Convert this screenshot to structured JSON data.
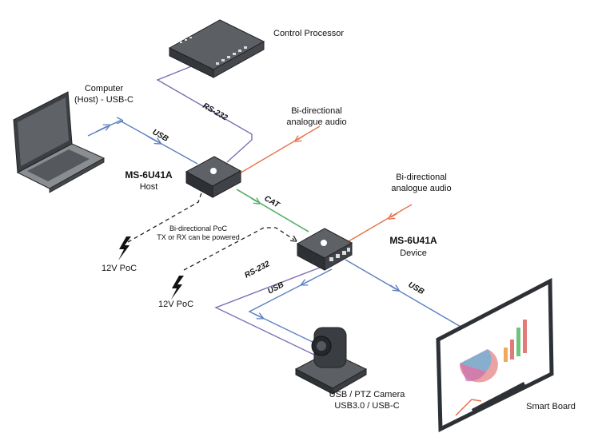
{
  "devices": {
    "control_processor": "Control Processor",
    "computer": [
      "Computer",
      "(Host) - USB-C"
    ],
    "host": {
      "model": "MS-6U41A",
      "role": "Host"
    },
    "device": {
      "model": "MS-6U41A",
      "role": "Device"
    },
    "camera": [
      "USB / PTZ Camera",
      "USB3.0 / USB-C"
    ],
    "smart_board": "Smart Board"
  },
  "audio": {
    "host": [
      "Bi-directional",
      "analogue audio"
    ],
    "device": [
      "Bi-directional",
      "analogue audio"
    ]
  },
  "wires": {
    "rs232_host": "RS-232",
    "usb_host": "USB",
    "cat": "CAT",
    "rs232_device": "RS-232",
    "usb_camera": "USB",
    "usb_board": "USB"
  },
  "poc": {
    "note": [
      "Bi-directional PoC",
      "TX or RX can be powered"
    ],
    "left": "12V PoC",
    "right": "12V PoC"
  },
  "colors": {
    "usb": "#5b7fbf",
    "rs232": "#7a6fb3",
    "audio": "#e8714d",
    "cat": "#58b06a",
    "poc": "#222222"
  }
}
